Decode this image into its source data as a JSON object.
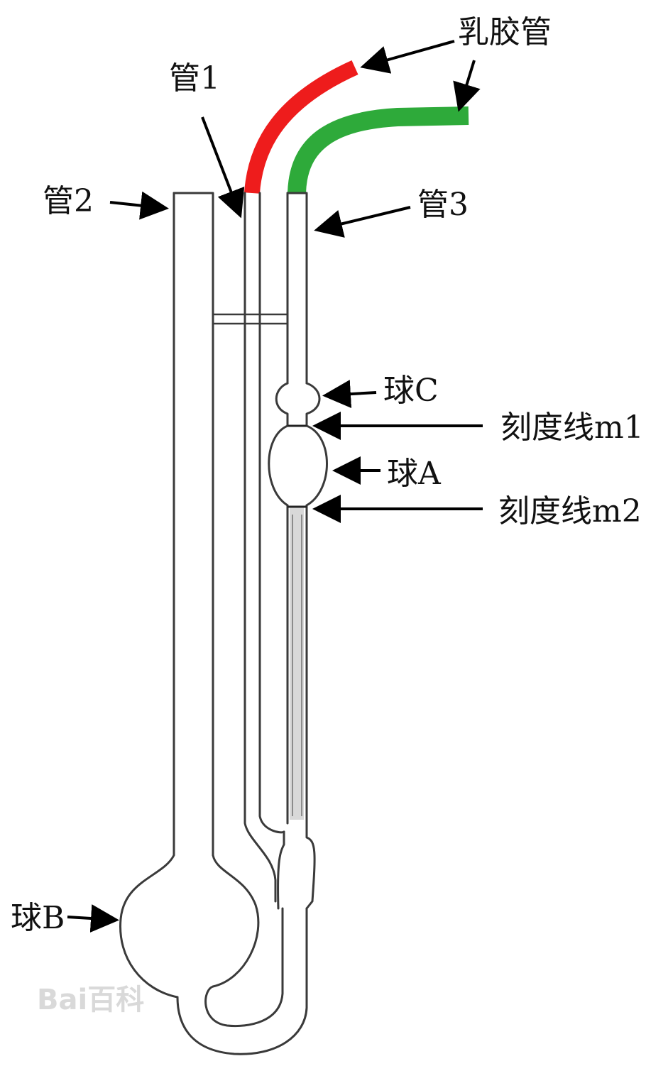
{
  "labels": {
    "rubber_tube": "乳胶管",
    "tube1": "管1",
    "tube2": "管2",
    "tube3": "管3",
    "bulb_c": "球C",
    "mark_m1": "刻度线m1",
    "bulb_a": "球A",
    "mark_m2": "刻度线m2",
    "bulb_b": "球B"
  },
  "watermark": "Bai百科",
  "colors": {
    "rubber_tube_red": "#ee1c1c",
    "rubber_tube_green": "#2eaa3a",
    "glass_outline": "#3a3a3a",
    "arrow": "#000000"
  }
}
